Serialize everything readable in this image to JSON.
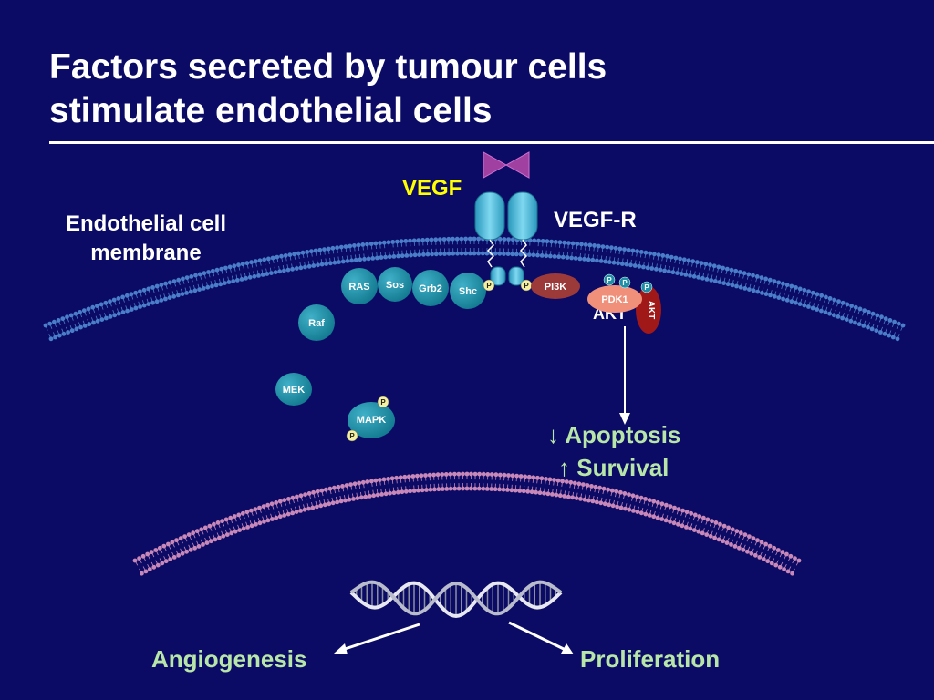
{
  "title": {
    "line1": "Factors secreted by tumour cells",
    "line2": "stimulate endothelial cells"
  },
  "labels": {
    "vegf": "VEGF",
    "vegf_r": "VEGF-R",
    "membrane_line1": "Endothelial cell",
    "membrane_line2": "membrane",
    "apoptosis": "Apoptosis",
    "survival": "Survival",
    "angiogenesis": "Angiogenesis",
    "proliferation": "Proliferation",
    "down_arrow": "↓",
    "up_arrow": "↑"
  },
  "proteins": {
    "ras": "RAS",
    "sos": "Sos",
    "grb2": "Grb2",
    "shc": "Shc",
    "pi3k": "PI3K",
    "pdk1": "PDK1",
    "akt": "AKT",
    "akt_hidden": "AKT",
    "raf": "Raf",
    "mek": "MEK",
    "mapk": "MAPK"
  },
  "phospho_label": "P",
  "colors": {
    "background": "#0b0b66",
    "vegf_label": "#ffff00",
    "outcome_text": "#b8e6a8",
    "protein_teal": "#1f8fa8",
    "pi3k": "#9c3a3a",
    "pdk1": "#f0907a",
    "akt": "#a01818",
    "receptor": "#3cb4d4",
    "vegf_ligand": "#a040a0",
    "outer_membrane": "#4a7ec8",
    "nuclear_membrane": "#c888b8"
  },
  "icons": [
    "vegf-ligand-icon",
    "dna-helix-icon"
  ]
}
